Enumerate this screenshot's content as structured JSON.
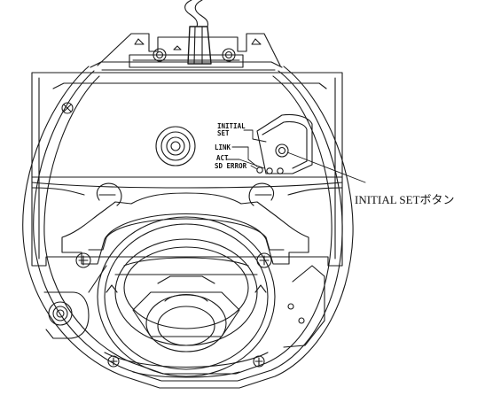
{
  "labels": {
    "initial_set_line1": "INITIAL",
    "initial_set_line2": "SET",
    "link": "LINK",
    "act": "ACT",
    "sd_error": "SD ERROR"
  },
  "callout": {
    "text": "INITIAL SETボタン"
  },
  "colors": {
    "line": "#1a1a1a",
    "background": "#ffffff"
  }
}
